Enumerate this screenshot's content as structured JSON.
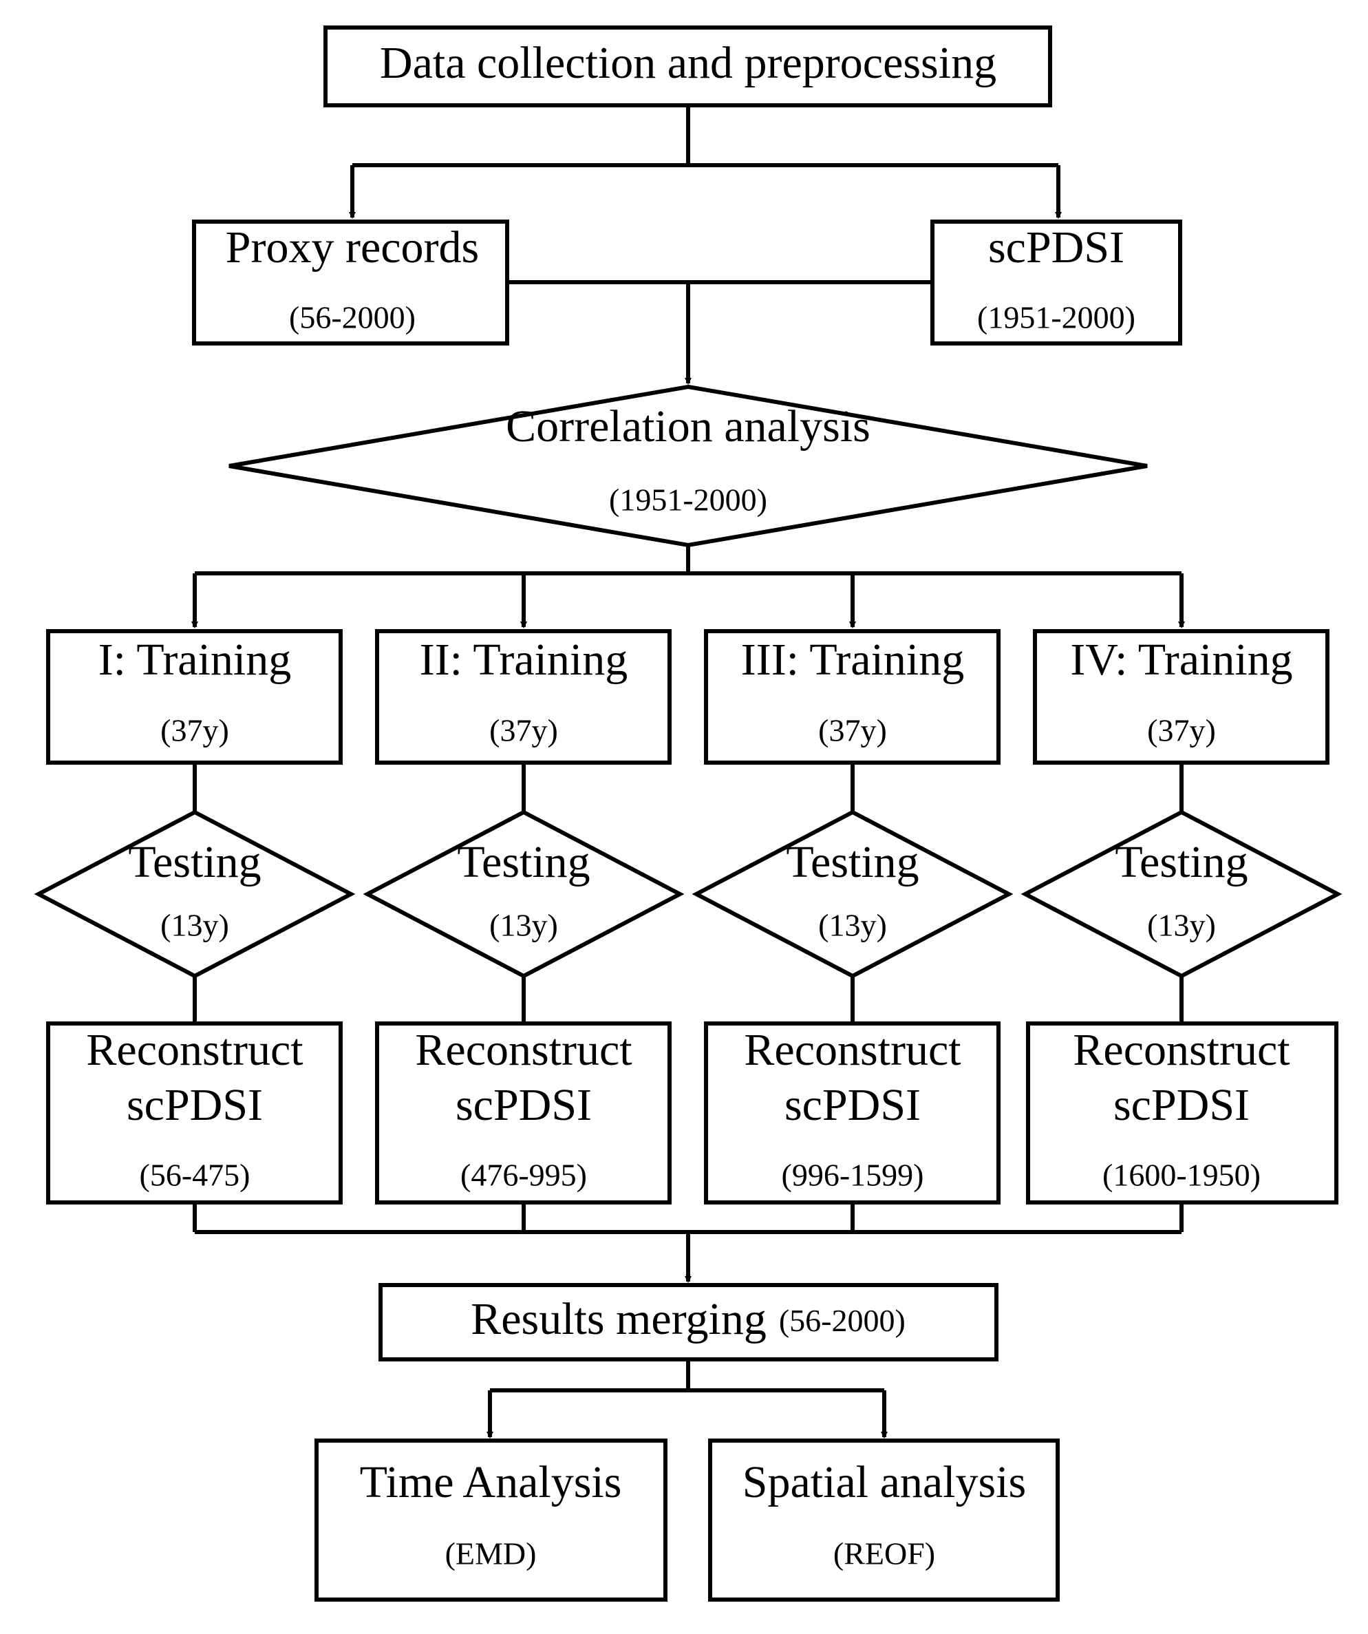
{
  "colors": {
    "stroke": "#000000",
    "background": "#ffffff"
  },
  "nodes": {
    "data_collection": {
      "title": "Data collection and preprocessing"
    },
    "proxy_records": {
      "title": "Proxy records",
      "sub": "(56-2000)"
    },
    "scpdsi": {
      "title": "scPDSI",
      "sub": "(1951-2000)"
    },
    "correlation": {
      "title": "Correlation analysis",
      "sub": "(1951-2000)"
    },
    "training": [
      {
        "title": "I: Training",
        "sub": "(37y)"
      },
      {
        "title": "II: Training",
        "sub": "(37y)"
      },
      {
        "title": "III: Training",
        "sub": "(37y)"
      },
      {
        "title": "IV: Training",
        "sub": "(37y)"
      }
    ],
    "testing": [
      {
        "title": "Testing",
        "sub": "(13y)"
      },
      {
        "title": "Testing",
        "sub": "(13y)"
      },
      {
        "title": "Testing",
        "sub": "(13y)"
      },
      {
        "title": "Testing",
        "sub": "(13y)"
      }
    ],
    "reconstruct": [
      {
        "line1": "Reconstruct",
        "line2": "scPDSI",
        "sub": "(56-475)"
      },
      {
        "line1": "Reconstruct",
        "line2": "scPDSI",
        "sub": "(476-995)"
      },
      {
        "line1": "Reconstruct",
        "line2": "scPDSI",
        "sub": "(996-1599)"
      },
      {
        "line1": "Reconstruct",
        "line2": "scPDSI",
        "sub": "(1600-1950)"
      }
    ],
    "results_merging": {
      "title": "Results merging",
      "sub": "(56-2000)"
    },
    "time_analysis": {
      "title": "Time Analysis",
      "sub": "(EMD)"
    },
    "spatial_analysis": {
      "title": "Spatial analysis",
      "sub": "(REOF)"
    }
  }
}
